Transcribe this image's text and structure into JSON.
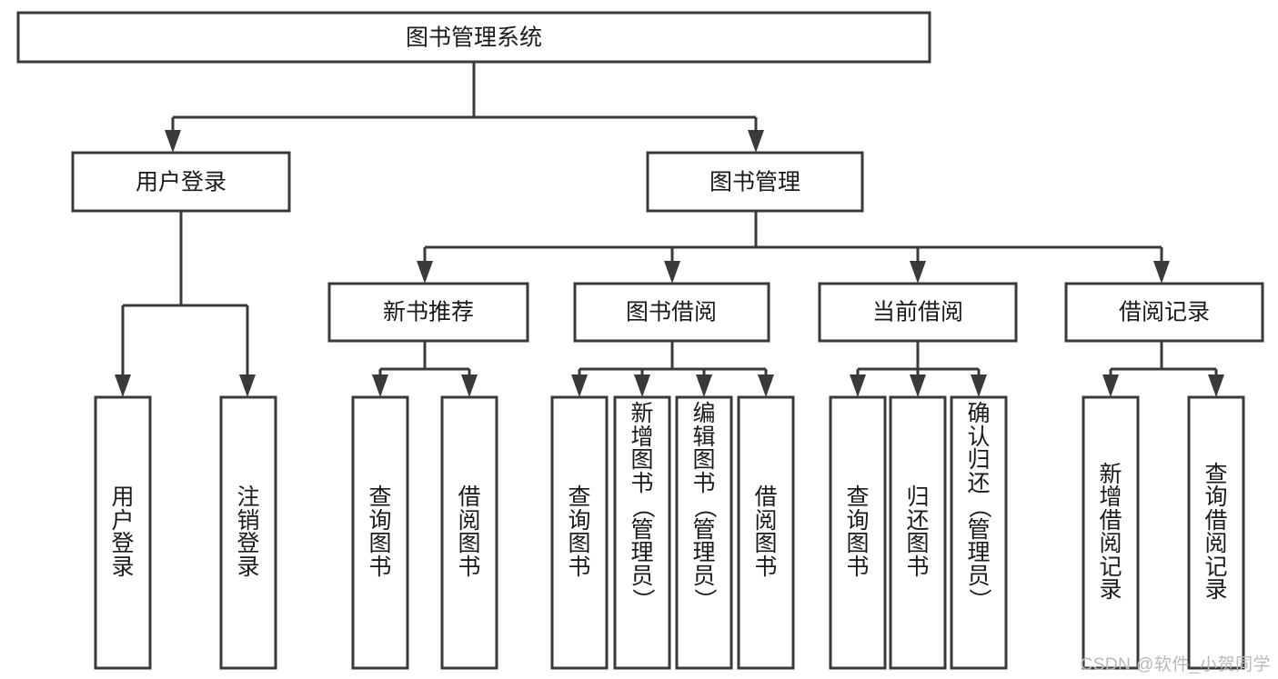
{
  "diagram": {
    "type": "tree-hierarchy",
    "title": "图书管理系统",
    "watermark": "CSDN @软件_小贺同学",
    "colors": {
      "stroke": "#3a3a3c",
      "fill": "#ffffff",
      "text": "#1a1a1a",
      "watermark": "#b9b9bb"
    },
    "levels": {
      "root": {
        "label": "图书管理系统"
      },
      "level2": [
        {
          "id": "user-login",
          "label": "用户登录"
        },
        {
          "id": "book-manage",
          "label": "图书管理"
        }
      ],
      "level3": [
        {
          "id": "new-book-recommend",
          "label": "新书推荐",
          "parent": "book-manage"
        },
        {
          "id": "book-borrow",
          "label": "图书借阅",
          "parent": "book-manage"
        },
        {
          "id": "current-borrow",
          "label": "当前借阅",
          "parent": "book-manage"
        },
        {
          "id": "borrow-record",
          "label": "借阅记录",
          "parent": "book-manage"
        }
      ],
      "leaves": [
        {
          "id": "leaf-user-login",
          "label": "用户登录",
          "parent": "user-login"
        },
        {
          "id": "leaf-logout-login",
          "label": "注销登录",
          "parent": "user-login"
        },
        {
          "id": "leaf-query-book-1",
          "label": "查询图书",
          "parent": "new-book-recommend"
        },
        {
          "id": "leaf-borrow-book-1",
          "label": "借阅图书",
          "parent": "new-book-recommend"
        },
        {
          "id": "leaf-query-book-2",
          "label": "查询图书",
          "parent": "book-borrow"
        },
        {
          "id": "leaf-add-book",
          "label": "新增图书（管理员）",
          "parent": "book-borrow"
        },
        {
          "id": "leaf-edit-book",
          "label": "编辑图书（管理员）",
          "parent": "book-borrow"
        },
        {
          "id": "leaf-borrow-book-2",
          "label": "借阅图书",
          "parent": "book-borrow"
        },
        {
          "id": "leaf-query-book-3",
          "label": "查询图书",
          "parent": "current-borrow"
        },
        {
          "id": "leaf-return-book",
          "label": "归还图书",
          "parent": "current-borrow"
        },
        {
          "id": "leaf-confirm-return",
          "label": "确认归还（管理员）",
          "parent": "current-borrow"
        },
        {
          "id": "leaf-add-record",
          "label": "新增借阅记录",
          "parent": "borrow-record"
        },
        {
          "id": "leaf-query-record",
          "label": "查询借阅记录",
          "parent": "borrow-record"
        }
      ]
    }
  }
}
